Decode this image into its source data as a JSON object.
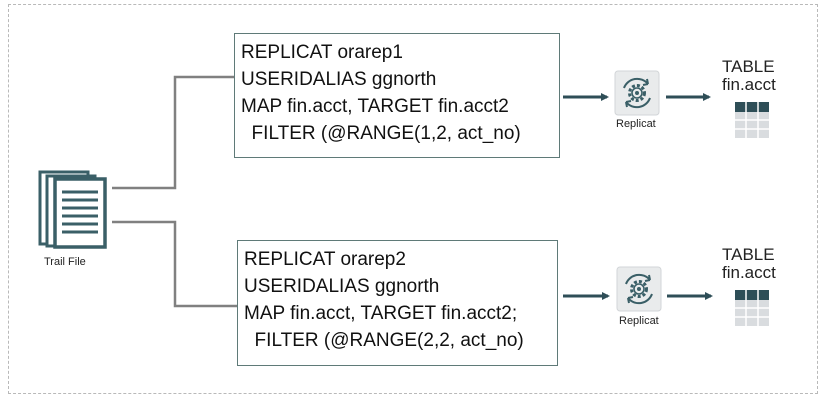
{
  "trail": {
    "label": "Trail File",
    "icon": "document-stack-icon"
  },
  "replicats": [
    {
      "lines": [
        "REPLICAT orarep1",
        "USERIDALIAS ggnorth",
        "MAP fin.acct, TARGET fin.acct2",
        "  FILTER (@RANGE(1,2, act_no)"
      ],
      "icon": "gear-cycle-icon",
      "label": "Replicat",
      "table": {
        "line1": "TABLE",
        "line2": "fin.acct",
        "icon": "table-grid-icon"
      }
    },
    {
      "lines": [
        "REPLICAT orarep2",
        "USERIDALIAS ggnorth",
        "MAP fin.acct, TARGET fin.acct2;",
        "  FILTER (@RANGE(2,2, act_no)"
      ],
      "icon": "gear-cycle-icon",
      "label": "Replicat",
      "table": {
        "line1": "TABLE",
        "line2": "fin.acct",
        "icon": "table-grid-icon"
      }
    }
  ],
  "colors": {
    "connector": "#808080",
    "arrow": "#2e4e57",
    "icon": "#3a5f67",
    "table_header": "#2e4e57",
    "table_body": "#d9dcdf"
  }
}
